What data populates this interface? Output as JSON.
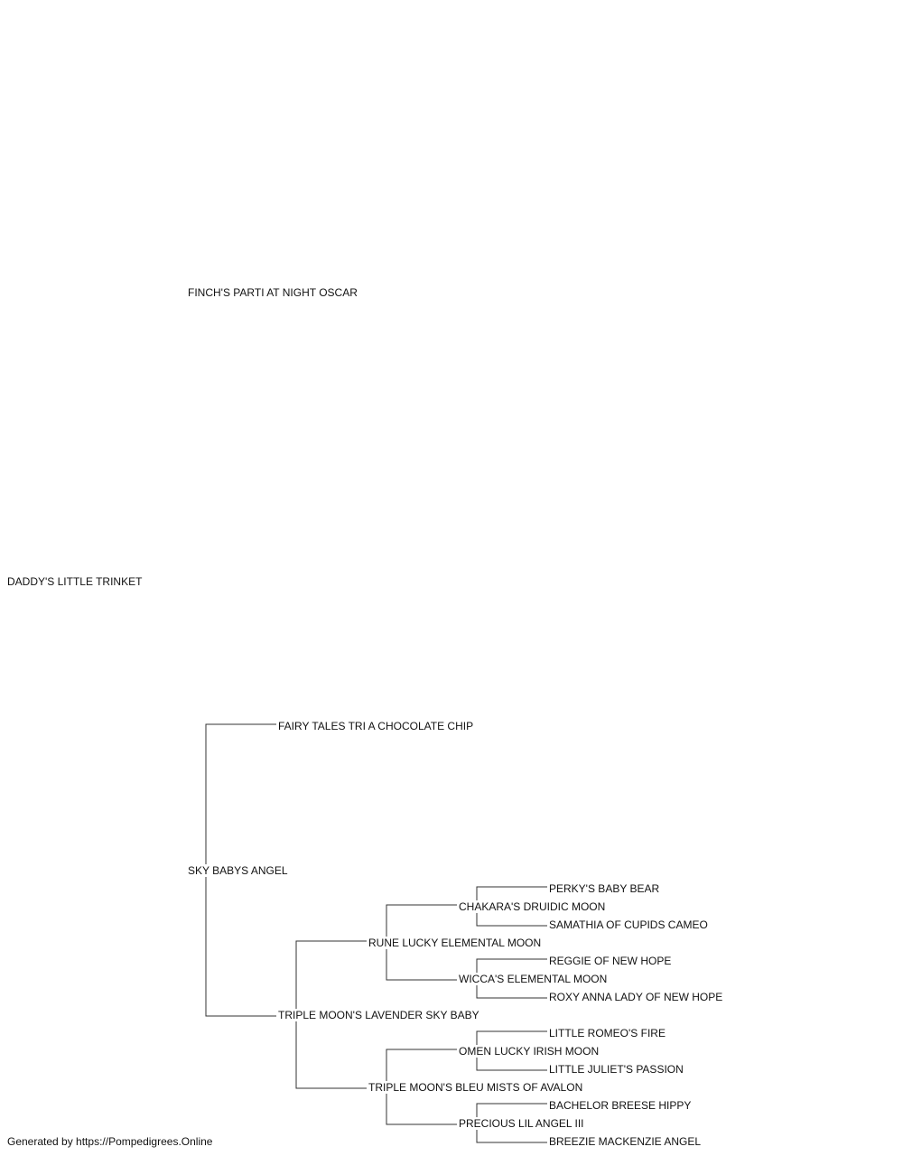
{
  "pedigree": {
    "subject": "DADDY'S LITTLE TRINKET",
    "sire": "FINCH'S PARTI AT NIGHT OSCAR",
    "dam": "SKY BABYS ANGEL",
    "dam_sire": "FAIRY TALES TRI A CHOCOLATE CHIP",
    "dam_dam": "TRIPLE MOON'S LAVENDER SKY BABY",
    "dd_sire": "RUNE LUCKY ELEMENTAL MOON",
    "dd_dam": "TRIPLE MOON'S BLEU MISTS OF AVALON",
    "dds_sire": "CHAKARA'S DRUIDIC MOON",
    "dds_dam": "WICCA'S ELEMENTAL MOON",
    "ddd_sire": "OMEN LUCKY IRISH MOON",
    "ddd_dam": "PRECIOUS LIL ANGEL III",
    "ddss_sire": "PERKY'S BABY BEAR",
    "ddss_dam": "SAMATHIA OF CUPIDS CAMEO",
    "ddsd_sire": "REGGIE OF NEW HOPE",
    "ddsd_dam": "ROXY ANNA LADY OF NEW HOPE",
    "ddds_sire": "LITTLE ROMEO'S FIRE",
    "ddds_dam": "LITTLE JULIET'S PASSION",
    "dddd_sire": "BACHELOR BREESE HIPPY",
    "dddd_dam": "BREEZIE MACKENZIE ANGEL"
  },
  "footer": {
    "text": "Generated by https://Pompedigrees.Online"
  },
  "colors": {
    "line": "#333333",
    "text": "#111111",
    "background": "#ffffff"
  }
}
